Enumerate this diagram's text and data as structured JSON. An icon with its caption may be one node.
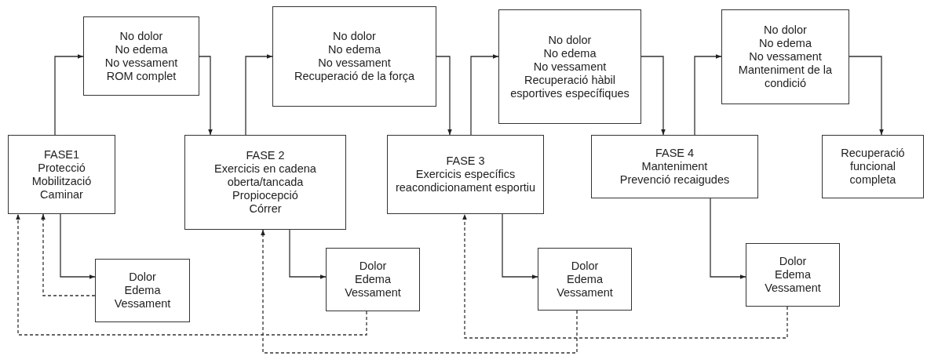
{
  "diagram": {
    "nodes": [
      {
        "text": [
          "FASE1",
          "Protecció",
          "Mobilització",
          "Caminar"
        ]
      },
      {
        "text": [
          "No dolor",
          "No edema",
          "No vessament",
          "ROM complet"
        ]
      },
      {
        "text": [
          "FASE 2",
          "Exercicis en cadena oberta/tancada",
          "Propiocepció",
          "Córrer"
        ]
      },
      {
        "text": [
          "No dolor",
          "No edema",
          "No vessament",
          "Recuperació de la força"
        ]
      },
      {
        "text": [
          "FASE 3",
          "Exercicis específics reacondicionament esportiu"
        ]
      },
      {
        "text": [
          "No dolor",
          "No edema",
          "No vessament",
          "Recuperació hàbil esportives específiques"
        ]
      },
      {
        "text": [
          "FASE 4",
          "Manteniment",
          "Prevenció recaigudes"
        ]
      },
      {
        "text": [
          "No dolor",
          "No edema",
          "No vessament",
          "Manteniment de la condició"
        ]
      },
      {
        "text": [
          "Recuperació funcional completa"
        ]
      },
      {
        "text": [
          "Dolor",
          "Edema",
          "Vessament"
        ]
      },
      {
        "text": [
          "Dolor",
          "Edema",
          "Vessament"
        ]
      },
      {
        "text": [
          "Dolor",
          "Edema",
          "Vessament"
        ]
      },
      {
        "text": [
          "Dolor",
          "Edema",
          "Vessament"
        ]
      }
    ],
    "edges": [
      {
        "from": 0,
        "to": 1,
        "arrow": "to"
      },
      {
        "from": 1,
        "to": 2,
        "arrow": "to"
      },
      {
        "from": 2,
        "to": 3,
        "arrow": "to"
      },
      {
        "from": 3,
        "to": 4,
        "arrow": "to"
      },
      {
        "from": 4,
        "to": 5,
        "arrow": "to"
      },
      {
        "from": 5,
        "to": 6,
        "arrow": "to"
      },
      {
        "from": 6,
        "to": 7,
        "arrow": "to"
      },
      {
        "from": 7,
        "to": 8,
        "arrow": "to"
      },
      {
        "from": 0,
        "to": 9,
        "arrow": "to"
      },
      {
        "from": 2,
        "to": 10,
        "arrow": "to"
      },
      {
        "from": 4,
        "to": 11,
        "arrow": "to"
      },
      {
        "from": 6,
        "to": 12,
        "arrow": "to"
      },
      {
        "from": 9,
        "to": 0,
        "arrow": "to",
        "style": "dashed"
      },
      {
        "from": 10,
        "to": 0,
        "arrow": "to",
        "style": "dashed"
      },
      {
        "from": 11,
        "to": 2,
        "arrow": "to",
        "style": "dashed"
      },
      {
        "from": 12,
        "to": 4,
        "arrow": "to",
        "style": "dashed"
      }
    ]
  }
}
